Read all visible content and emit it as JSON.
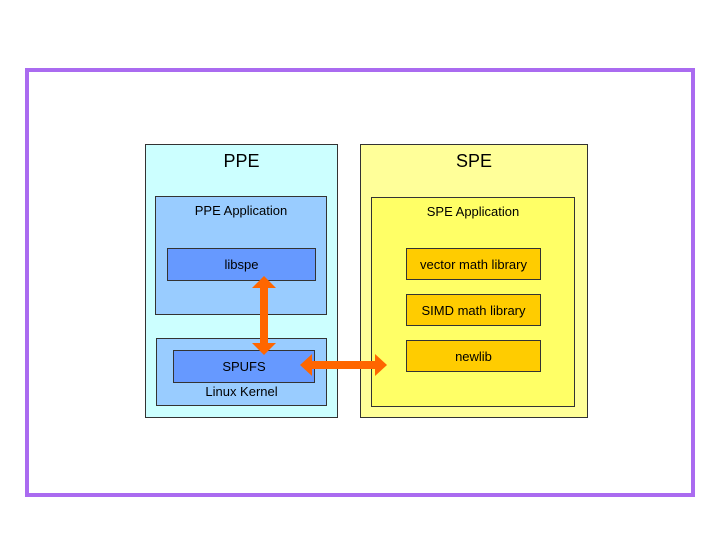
{
  "diagram": {
    "ppe": {
      "title": "PPE",
      "application": {
        "label": "PPE Application",
        "inner": "libspe"
      },
      "kernel": {
        "label": "Linux Kernel",
        "inner": "SPUFS"
      }
    },
    "spe": {
      "title": "SPE",
      "application": {
        "label": "SPE Application",
        "libraries": [
          "vector math library",
          "SIMD math library",
          "newlib"
        ]
      }
    }
  },
  "colors": {
    "frame_border": "#aa6bf0",
    "ppe_fill": "#ccffff",
    "ppe_inner_fill": "#99ccff",
    "blue_box_fill": "#6699ff",
    "spe_fill": "#ffff99",
    "spe_inner_fill": "#ffff66",
    "library_fill": "#ffcc00",
    "arrow": "#ff6600",
    "box_border": "#333333"
  }
}
